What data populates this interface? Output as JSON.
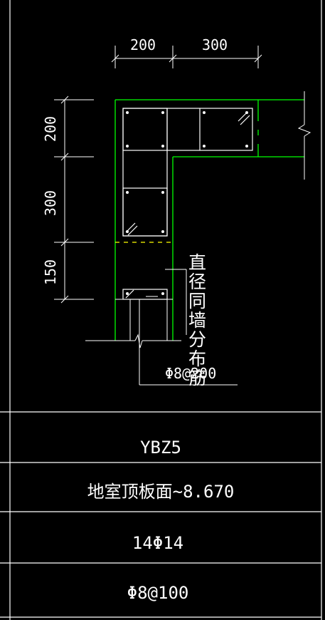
{
  "colors": {
    "background": "#000000",
    "line": "#ffffff",
    "outline": "#00ff00",
    "hidden_line": "#ffff00"
  },
  "drawing": {
    "dim_top_1": "200",
    "dim_top_2": "300",
    "dim_left_1": "200",
    "dim_left_2": "300",
    "dim_left_3": "150",
    "side_note": "直径同墙分布筋",
    "stirrup_note": "Φ8@200"
  },
  "table": {
    "name": "YBZ5",
    "elevation": "地室顶板面~8.670",
    "longitudinal_rebar": "14Φ14",
    "stirrup": "Φ8@100"
  }
}
